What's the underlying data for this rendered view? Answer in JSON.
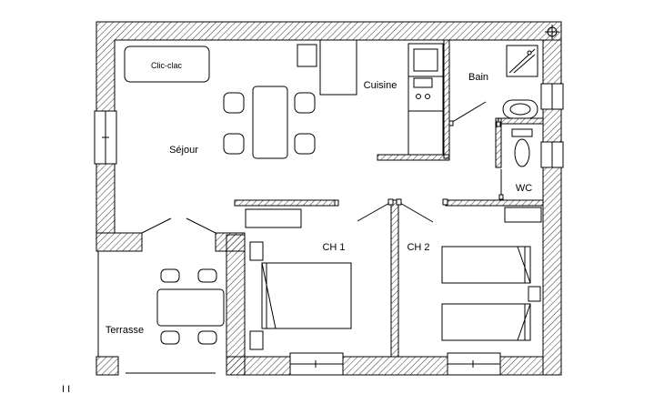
{
  "rooms": {
    "sejour": "Séjour",
    "cuisine": "Cuisine",
    "bain": "Bain",
    "wc": "WC",
    "ch1": "CH 1",
    "ch2": "CH 2",
    "terrasse": "Terrasse"
  },
  "furniture": {
    "sofa": "Clic-clac"
  },
  "margin_mark": "I I"
}
